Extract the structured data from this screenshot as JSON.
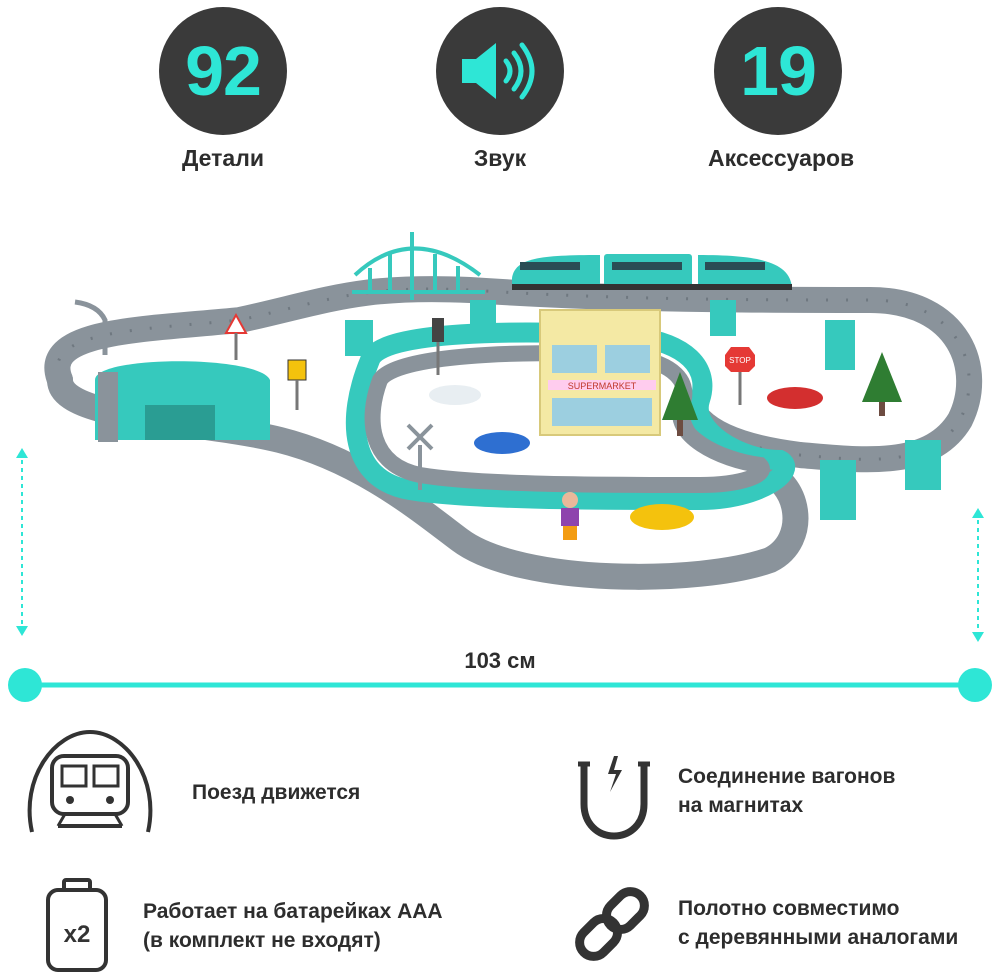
{
  "stats": [
    {
      "value": "92",
      "label": "Детали"
    },
    {
      "value": "",
      "label": "Звук",
      "icon": "speaker-icon"
    },
    {
      "value": "19",
      "label": "Аксессуаров"
    }
  ],
  "dimension": {
    "label": "103 см"
  },
  "features": [
    {
      "icon": "train-icon",
      "text": "Поезд движется"
    },
    {
      "icon": "magnet-icon",
      "line1": "Соединение вагонов",
      "line2": "на магнитах"
    },
    {
      "icon": "battery-icon",
      "line1": "Работает на батарейках AAA",
      "line2": "(в комплект не входят)",
      "badge": "x2"
    },
    {
      "icon": "chain-link-icon",
      "line1": "Полотно совместимо",
      "line2": "с деревянными аналогами"
    }
  ],
  "product": {
    "building_sign": "SUPERMARKET",
    "stop_sign": "STOP"
  },
  "colors": {
    "accent": "#2ee6d6",
    "dark": "#3a3a3a",
    "track": "#8a939b",
    "teal": "#36c9bd"
  }
}
